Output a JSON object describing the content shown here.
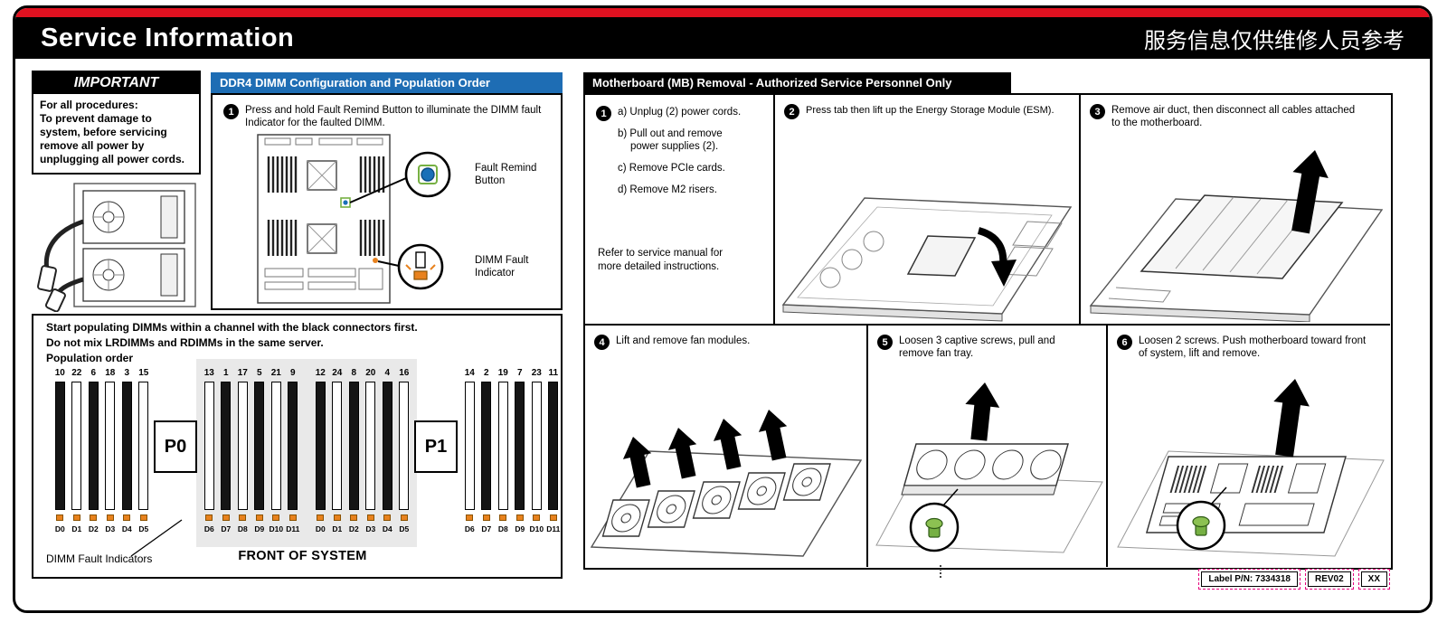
{
  "header": {
    "title": "Service Information",
    "title_cn": "服务信息仅供维修人员参考"
  },
  "important": {
    "title": "IMPORTANT",
    "body": "For all procedures:\nTo prevent damage to system, before servicing remove all power by unplugging all power cords."
  },
  "ddr4": {
    "title": "DDR4 DIMM Configuration and Population Order",
    "step": {
      "num": "1",
      "text": "Press and hold Fault Remind Button to illuminate the DIMM fault Indicator for the faulted DIMM."
    },
    "callouts": {
      "fault_remind": "Fault Remind Button",
      "dimm_fault": "DIMM Fault Indicator"
    }
  },
  "population": {
    "rule1": "Start populating DIMMs within a channel with the black connectors first.",
    "rule2": "Do not mix LRDIMMs and RDIMMs in the same server.",
    "rule3": "Population order",
    "cpu0": "P0",
    "cpu1": "P1",
    "banks": [
      {
        "numbers": [
          "10",
          "22",
          "6",
          "18",
          "3",
          "15"
        ],
        "labels": [
          "D0",
          "D1",
          "D2",
          "D3",
          "D4",
          "D5"
        ],
        "fills": [
          "black",
          "white",
          "black",
          "white",
          "black",
          "white"
        ]
      },
      {
        "numbers": [
          "13",
          "1",
          "17",
          "5",
          "21",
          "9"
        ],
        "labels": [
          "D6",
          "D7",
          "D8",
          "D9",
          "D10",
          "D11"
        ],
        "fills": [
          "white",
          "black",
          "white",
          "black",
          "white",
          "black"
        ]
      },
      {
        "numbers": [
          "12",
          "24",
          "8",
          "20",
          "4",
          "16"
        ],
        "labels": [
          "D0",
          "D1",
          "D2",
          "D3",
          "D4",
          "D5"
        ],
        "fills": [
          "black",
          "white",
          "black",
          "white",
          "black",
          "white"
        ]
      },
      {
        "numbers": [
          "14",
          "2",
          "19",
          "7",
          "23",
          "11"
        ],
        "labels": [
          "D6",
          "D7",
          "D8",
          "D9",
          "D10",
          "D11"
        ],
        "fills": [
          "white",
          "black",
          "white",
          "black",
          "white",
          "black"
        ]
      }
    ],
    "fault_label": "DIMM Fault Indicators",
    "front_label": "FRONT OF SYSTEM"
  },
  "mb_removal": {
    "title": "Motherboard (MB) Removal - Authorized Service Personnel Only",
    "step1": {
      "num": "1",
      "items": [
        "a) Unplug (2) power cords.",
        "b) Pull out and remove\npower supplies (2).",
        "c) Remove PCIe cards.",
        "d) Remove M2 risers."
      ],
      "note": "Refer to service manual for\nmore detailed instructions."
    },
    "step2": {
      "num": "2",
      "text": "Press tab then lift up the Energy Storage Module (ESM)."
    },
    "step3": {
      "num": "3",
      "text": "Remove air duct, then disconnect all cables attached to the motherboard."
    },
    "step4": {
      "num": "4",
      "text": "Lift and remove fan modules."
    },
    "step5": {
      "num": "5",
      "text": "Loosen 3 captive screws, pull and remove fan tray."
    },
    "step6": {
      "num": "6",
      "text": "Loosen 2 screws. Push motherboard toward front of system, lift and remove."
    }
  },
  "footer": {
    "label_pn": "Label P/N: 7334318",
    "rev": "REV02",
    "xx": "XX"
  },
  "colors": {
    "accent_red": "#e01120",
    "header_blue": "#1e6db4",
    "fault_orange": "#e8821e",
    "screw_green": "#76b043",
    "led_blue": "#1a70b8"
  }
}
